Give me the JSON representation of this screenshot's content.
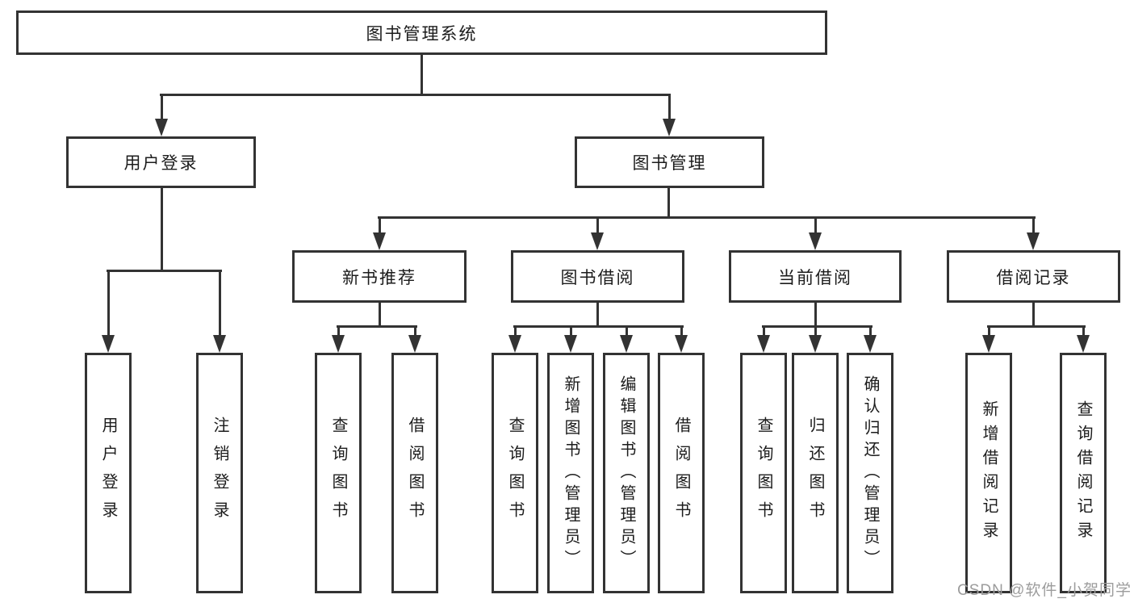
{
  "root": {
    "label": "图书管理系统"
  },
  "branches": [
    {
      "label": "用户登录",
      "children": [
        {
          "label": "用户登录"
        },
        {
          "label": "注销登录"
        }
      ]
    },
    {
      "label": "图书管理",
      "children": [
        {
          "label": "新书推荐",
          "children": [
            {
              "label": "查询图书"
            },
            {
              "label": "借阅图书"
            }
          ]
        },
        {
          "label": "图书借阅",
          "children": [
            {
              "label": "查询图书"
            },
            {
              "label": "新增图书（管理员）"
            },
            {
              "label": "编辑图书（管理员）"
            },
            {
              "label": "借阅图书"
            }
          ]
        },
        {
          "label": "当前借阅",
          "children": [
            {
              "label": "查询图书"
            },
            {
              "label": "归还图书"
            },
            {
              "label": "确认归还（管理员）"
            }
          ]
        },
        {
          "label": "借阅记录",
          "children": [
            {
              "label": "新增借阅记录"
            },
            {
              "label": "查询借阅记录"
            }
          ]
        }
      ]
    }
  ],
  "watermark": {
    "text": "CSDN @软件_小贺同学"
  },
  "colors": {
    "line": "#333333",
    "text": "#1c1c1c",
    "background": "#ffffff",
    "watermark": "#9c9c9c"
  }
}
